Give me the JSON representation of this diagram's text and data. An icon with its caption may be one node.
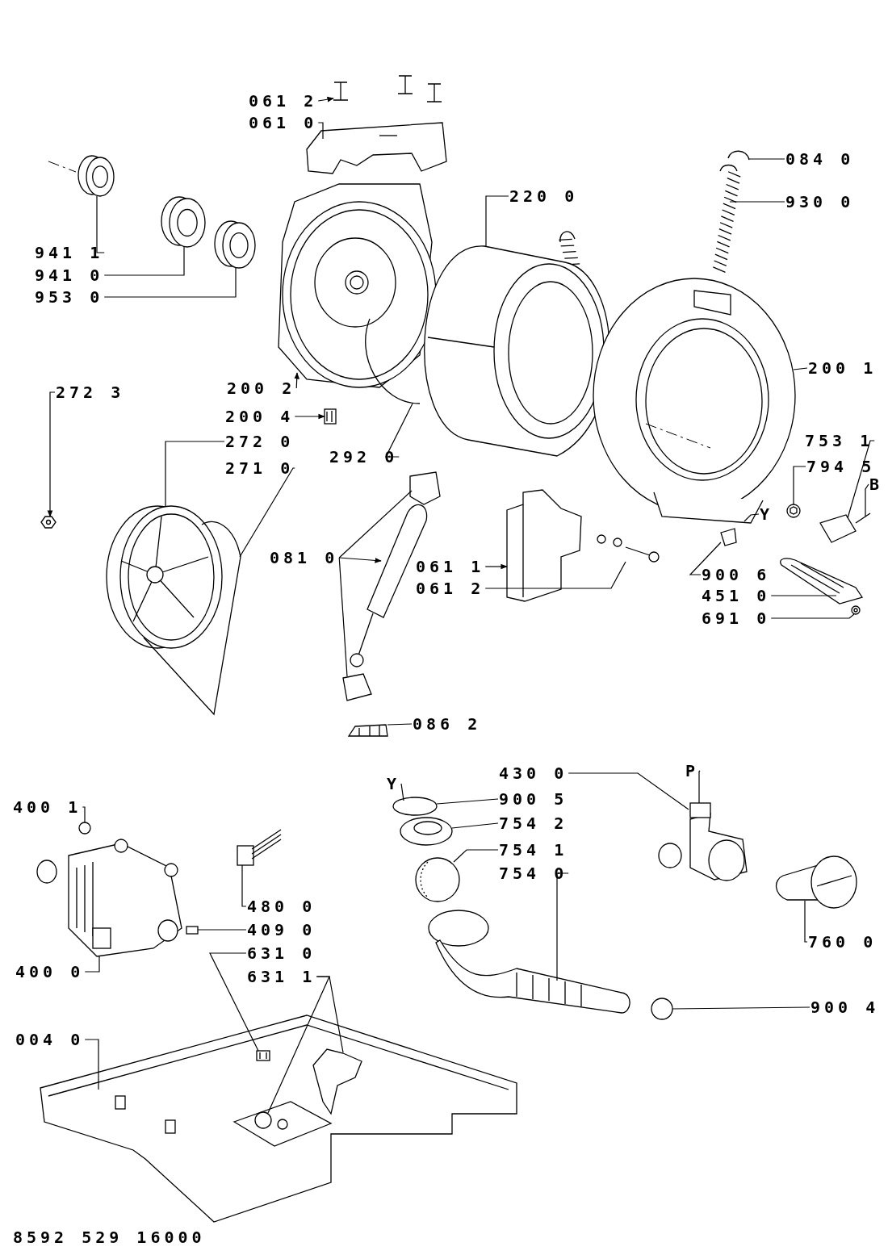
{
  "diagram": {
    "nodes": [
      {
        "text": [
          "061 2"
        ]
      },
      {
        "text": [
          "061 0"
        ]
      },
      {
        "text": [
          "941 1"
        ]
      },
      {
        "text": [
          "941 0"
        ]
      },
      {
        "text": [
          "953 0"
        ]
      },
      {
        "text": [
          "220 0"
        ]
      },
      {
        "text": [
          "084 0"
        ]
      },
      {
        "text": [
          "930 0"
        ]
      },
      {
        "text": [
          "200 2"
        ]
      },
      {
        "text": [
          "200 1"
        ]
      },
      {
        "text": [
          "272 3"
        ]
      },
      {
        "text": [
          "200 4"
        ]
      },
      {
        "text": [
          "272 0"
        ]
      },
      {
        "text": [
          "271 0"
        ]
      },
      {
        "text": [
          "292 0"
        ]
      },
      {
        "text": [
          "753 1"
        ]
      },
      {
        "text": [
          "B"
        ]
      },
      {
        "text": [
          "794 5"
        ]
      },
      {
        "text": [
          "Y"
        ]
      },
      {
        "text": [
          "081 0"
        ]
      },
      {
        "text": [
          "061 1"
        ]
      },
      {
        "text": [
          "061 2"
        ]
      },
      {
        "text": [
          "900 6"
        ]
      },
      {
        "text": [
          "451 0"
        ]
      },
      {
        "text": [
          "691 0"
        ]
      },
      {
        "text": [
          "086 2"
        ]
      },
      {
        "text": [
          "430 0"
        ]
      },
      {
        "text": [
          "P"
        ]
      },
      {
        "text": [
          "Y"
        ]
      },
      {
        "text": [
          "900 5"
        ]
      },
      {
        "text": [
          "754 2"
        ]
      },
      {
        "text": [
          "754 1"
        ]
      },
      {
        "text": [
          "754 0"
        ]
      },
      {
        "text": [
          "400 1"
        ]
      },
      {
        "text": [
          "480 0"
        ]
      },
      {
        "text": [
          "409 0"
        ]
      },
      {
        "text": [
          "631 0"
        ]
      },
      {
        "text": [
          "631 1"
        ]
      },
      {
        "text": [
          "760 0"
        ]
      },
      {
        "text": [
          "400 0"
        ]
      },
      {
        "text": [
          "900 4"
        ]
      },
      {
        "text": [
          "004 0"
        ]
      },
      {
        "text": [],
        "shape": "picture"
      },
      {
        "text": [],
        "shape": "picture"
      },
      {
        "text": [],
        "shape": "picture"
      },
      {
        "text": [],
        "shape": "picture"
      },
      {
        "text": [],
        "shape": "picture"
      },
      {
        "text": [],
        "shape": "picture"
      },
      {
        "text": [],
        "shape": "picture"
      },
      {
        "text": [],
        "shape": "picture"
      },
      {
        "text": [],
        "shape": "picture"
      },
      {
        "text": [],
        "shape": "picture"
      },
      {
        "text": [],
        "shape": "picture"
      },
      {
        "text": [],
        "shape": "picture"
      },
      {
        "text": [],
        "shape": "picture"
      },
      {
        "text": [],
        "shape": "picture"
      },
      {
        "text": [],
        "shape": "picture"
      },
      {
        "text": [],
        "shape": "picture"
      },
      {
        "text": [],
        "shape": "picture"
      },
      {
        "text": [],
        "shape": "picture"
      },
      {
        "text": [],
        "shape": "picture"
      },
      {
        "text": [],
        "shape": "picture"
      },
      {
        "text": [],
        "shape": "picture"
      },
      {
        "text": [],
        "shape": "picture"
      },
      {
        "text": [],
        "shape": "picture"
      },
      {
        "text": [],
        "shape": "picture"
      },
      {
        "text": [],
        "shape": "picture"
      },
      {
        "text": [],
        "shape": "picture"
      },
      {
        "text": [],
        "shape": "picture"
      },
      {
        "text": [],
        "shape": "circle"
      },
      {
        "text": [],
        "shape": "picture"
      },
      {
        "text": [],
        "shape": "picture"
      },
      {
        "text": [],
        "shape": "picture"
      },
      {
        "text": [],
        "shape": "circle"
      },
      {
        "text": [],
        "shape": "picture"
      },
      {
        "text": [],
        "shape": "picture"
      },
      {
        "text": [],
        "shape": "picture"
      },
      {
        "text": [],
        "shape": "picture"
      },
      {
        "text": [],
        "shape": "circle"
      },
      {
        "text": [],
        "shape": "picture"
      },
      {
        "text": [],
        "shape": "picture",
        "in": 79
      },
      {
        "text": [],
        "shape": "picture",
        "in": 79
      },
      {
        "text": [],
        "shape": "picture",
        "in": 79
      }
    ],
    "edges": [
      {
        "from": 0,
        "to": 42,
        "arrow": "to"
      },
      {
        "from": 1,
        "to": 43,
        "arrow": "none"
      },
      {
        "from": 2,
        "to": 44,
        "arrow": "none"
      },
      {
        "from": 3,
        "to": 45,
        "arrow": "none"
      },
      {
        "from": 4,
        "to": 46,
        "arrow": "none"
      },
      {
        "from": 5,
        "to": 48,
        "arrow": "none"
      },
      {
        "from": 6,
        "to": 49,
        "arrow": "none"
      },
      {
        "from": 7,
        "to": 50,
        "arrow": "none"
      },
      {
        "from": 8,
        "to": 47,
        "arrow": "to"
      },
      {
        "from": 9,
        "to": 51,
        "arrow": "none"
      },
      {
        "from": 10,
        "to": 52,
        "arrow": "to"
      },
      {
        "from": 11,
        "to": 53,
        "arrow": "to"
      },
      {
        "from": 12,
        "to": 54,
        "arrow": "none"
      },
      {
        "from": 13,
        "to": 55,
        "arrow": "none"
      },
      {
        "from": 14,
        "to": 56,
        "arrow": "none"
      },
      {
        "from": 15,
        "to": 57,
        "arrow": "none"
      },
      {
        "from": 16,
        "to": 57,
        "arrow": "none"
      },
      {
        "from": 17,
        "to": 58,
        "arrow": "none"
      },
      {
        "from": 18,
        "to": 51,
        "arrow": "none"
      },
      {
        "from": 19,
        "to": 59,
        "arrow": "none"
      },
      {
        "from": 19,
        "to": 60,
        "arrow": "to"
      },
      {
        "from": 19,
        "to": 61,
        "arrow": "none"
      },
      {
        "from": 20,
        "to": 62,
        "arrow": "to"
      },
      {
        "from": 21,
        "to": 63,
        "arrow": "none"
      },
      {
        "from": 22,
        "to": 64,
        "arrow": "none"
      },
      {
        "from": 23,
        "to": 65,
        "arrow": "none"
      },
      {
        "from": 24,
        "to": 66,
        "arrow": "none"
      },
      {
        "from": 25,
        "to": 67,
        "arrow": "none"
      },
      {
        "from": 26,
        "to": 68,
        "arrow": "none"
      },
      {
        "from": 27,
        "to": 68,
        "arrow": "none"
      },
      {
        "from": 28,
        "to": 69,
        "arrow": "none"
      },
      {
        "from": 29,
        "to": 69,
        "arrow": "none"
      },
      {
        "from": 30,
        "to": 70,
        "arrow": "none"
      },
      {
        "from": 31,
        "to": 71,
        "arrow": "none"
      },
      {
        "from": 32,
        "to": 72,
        "arrow": "none"
      },
      {
        "from": 33,
        "to": 73,
        "arrow": "none"
      },
      {
        "from": 34,
        "to": 75,
        "arrow": "none"
      },
      {
        "from": 35,
        "to": 76,
        "arrow": "none"
      },
      {
        "from": 36,
        "to": 80,
        "arrow": "none"
      },
      {
        "from": 37,
        "to": 81,
        "arrow": "none"
      },
      {
        "from": 37,
        "to": 82,
        "arrow": "none"
      },
      {
        "from": 38,
        "to": 77,
        "arrow": "none"
      },
      {
        "from": 39,
        "to": 74,
        "arrow": "none"
      },
      {
        "from": 40,
        "to": 78,
        "arrow": "none"
      },
      {
        "from": 41,
        "to": 79,
        "arrow": "none"
      }
    ],
    "labels": [
      "8592 529 16000"
    ]
  }
}
